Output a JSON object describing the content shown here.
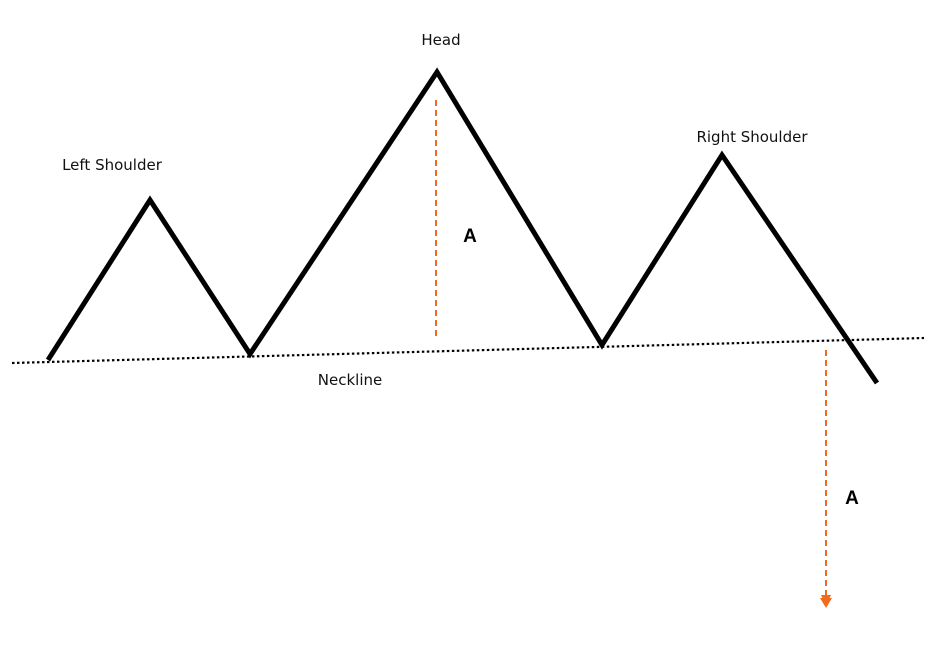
{
  "labels": {
    "head": "Head",
    "left_shoulder": "Left Shoulder",
    "right_shoulder": "Right Shoulder",
    "neckline": "Neckline",
    "height_marker": "A",
    "target_marker": "A"
  },
  "colors": {
    "price_line": "#000000",
    "neckline": "#000000",
    "measure": "#f26b1d"
  }
}
